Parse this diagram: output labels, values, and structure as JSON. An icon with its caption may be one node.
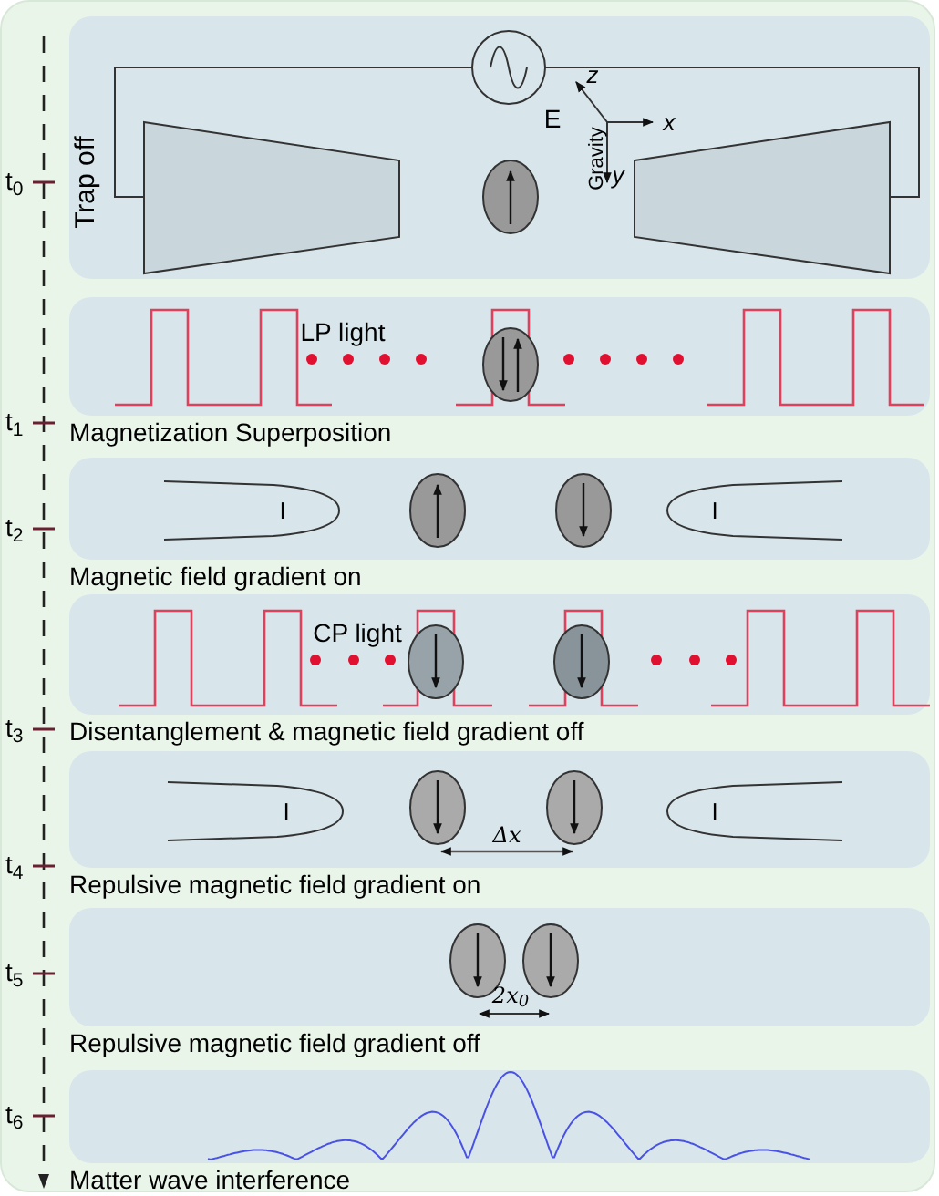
{
  "diagram": {
    "nodes": [
      {
        "text": [
          "Trap off",
          "E",
          "z",
          "x",
          "y",
          "Gravity"
        ]
      },
      {
        "text": [
          "LP light"
        ],
        "beside": [
          "Magnetization Superposition"
        ]
      },
      {
        "text": [
          "I",
          "I"
        ],
        "beside": [
          "Magnetic field gradient on"
        ]
      },
      {
        "text": [
          "CP light"
        ],
        "beside": [
          "Disentanglement & magnetic field gradient off"
        ]
      },
      {
        "text": [
          "I",
          "I",
          "Δx"
        ],
        "beside": [
          "Repulsive magnetic field gradient on"
        ]
      },
      {
        "text": [
          "2x$_{0}$"
        ],
        "beside": [
          "Repulsive magnetic field gradient off"
        ]
      },
      {
        "text": [],
        "shape": "box",
        "beside": [
          "Matter wave interference"
        ]
      }
    ],
    "labels": [
      "t$_{0}$",
      "t$_{1}$",
      "t$_{2}$",
      "t$_{3}$",
      "t$_{4}$",
      "t$_{5}$",
      "t$_{6}$"
    ]
  }
}
